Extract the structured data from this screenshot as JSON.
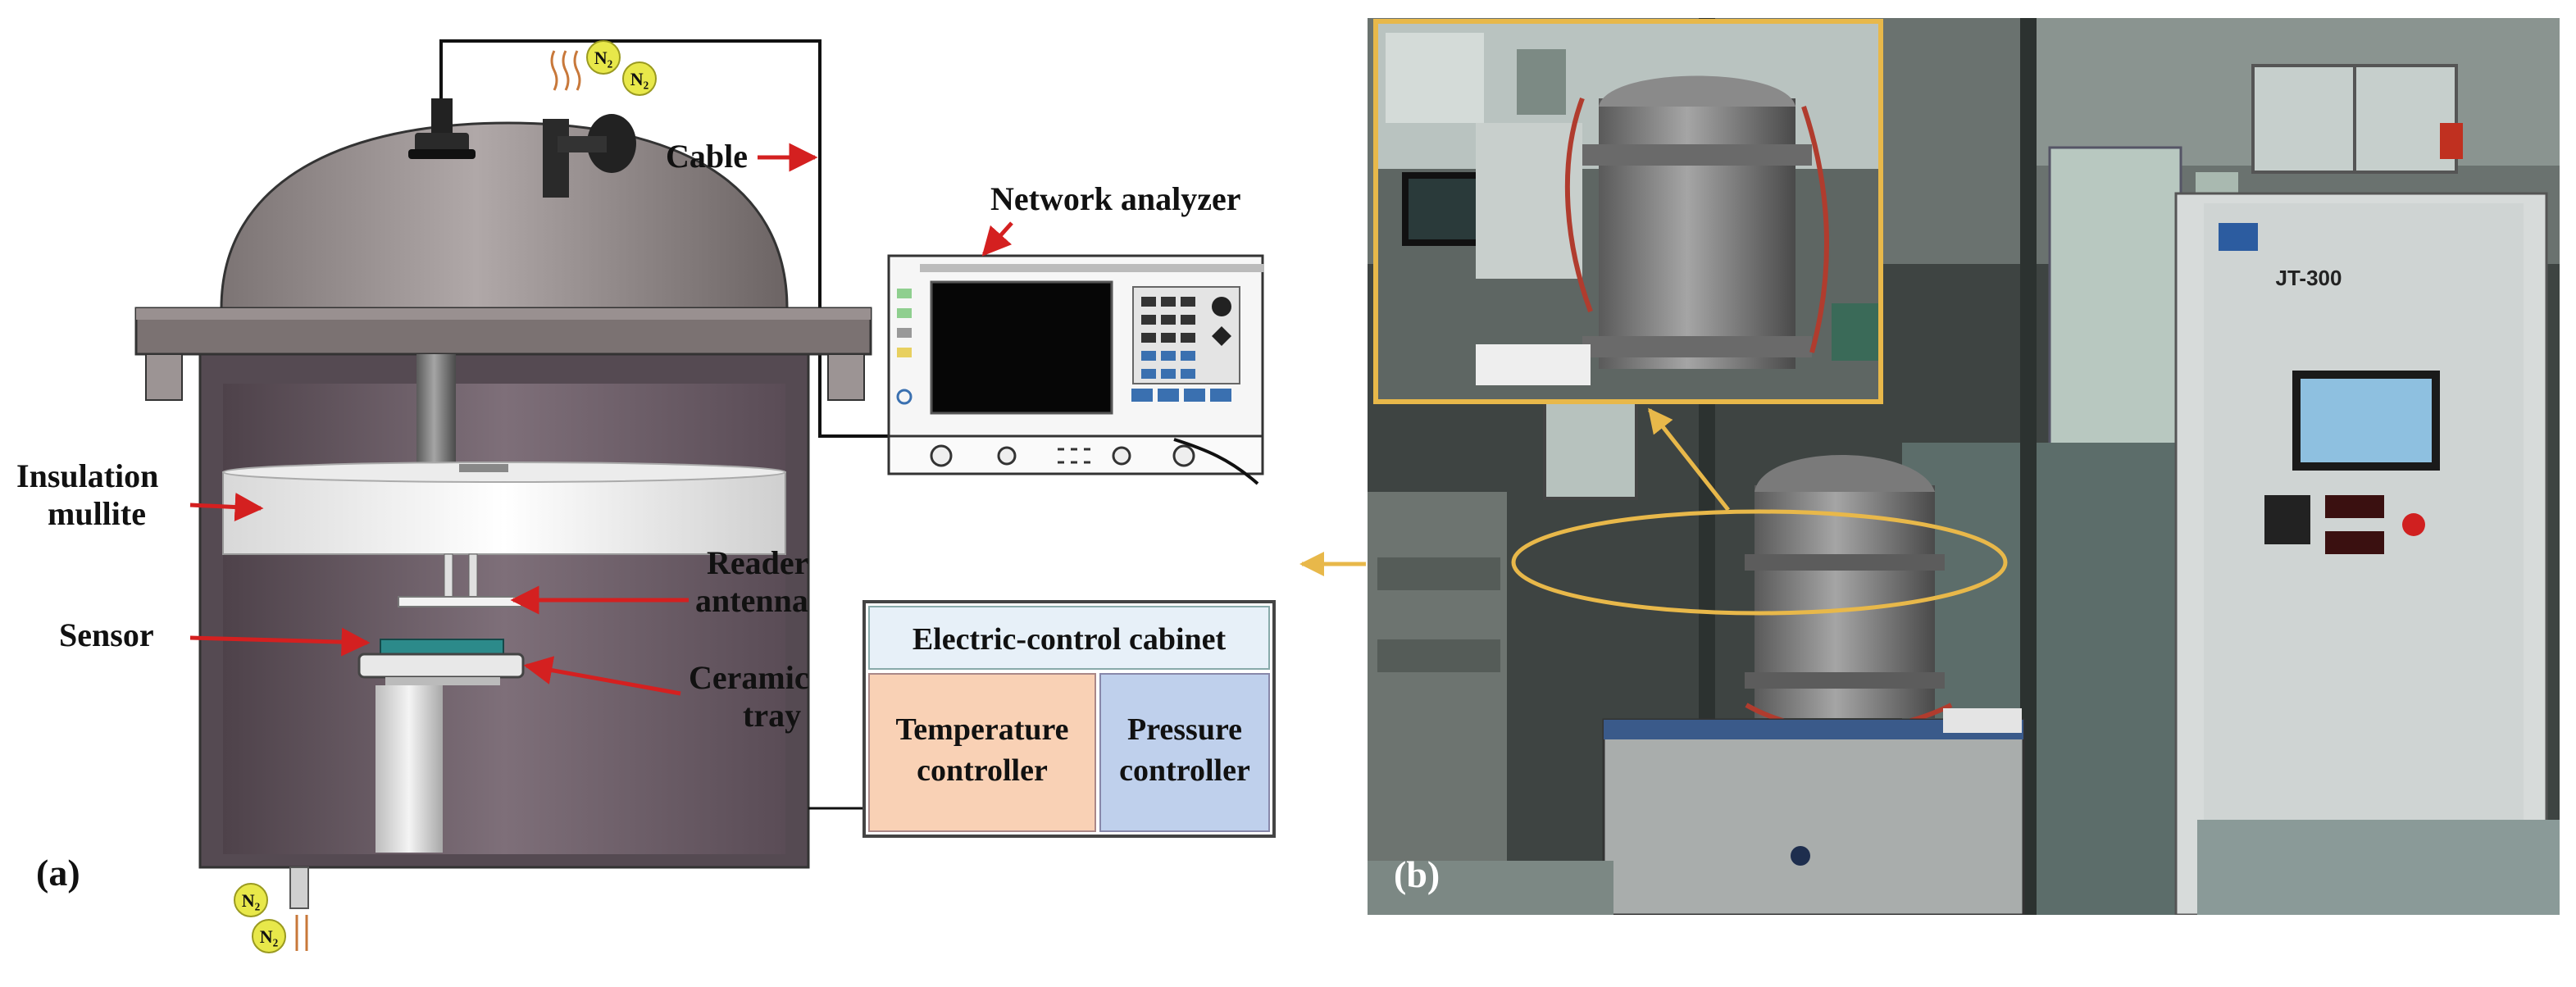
{
  "panel_a": {
    "label": "(a)",
    "labels": {
      "cable": "Cable",
      "network_analyzer": "Network analyzer",
      "insulation_line1": "Insulation",
      "insulation_line2": "mullite",
      "reader_line1": "Reader",
      "reader_line2": "antenna",
      "sensor": "Sensor",
      "ceramic_line1": "Ceramic",
      "ceramic_line2": "tray",
      "gas_symbol": "N₂"
    },
    "cabinet": {
      "title": "Electric-control cabinet",
      "temp_line1": "Temperature",
      "temp_line2": "controller",
      "press_line1": "Pressure",
      "press_line2": "controller"
    }
  },
  "panel_b": {
    "label": "(b)",
    "device_label": "JT-300"
  },
  "colors": {
    "chamber": "#6f6169",
    "chamber_inner": "#7d6e78",
    "dome": "#9a9292",
    "arrow": "#d42020",
    "leader": "#e8b84a",
    "inset_border": "#e8b84a",
    "cabinet_title_bg": "#e7f0f8",
    "temp_bg": "#f9d1b5",
    "press_bg": "#bfd0ec",
    "gas_ball": "#e8e84a"
  }
}
